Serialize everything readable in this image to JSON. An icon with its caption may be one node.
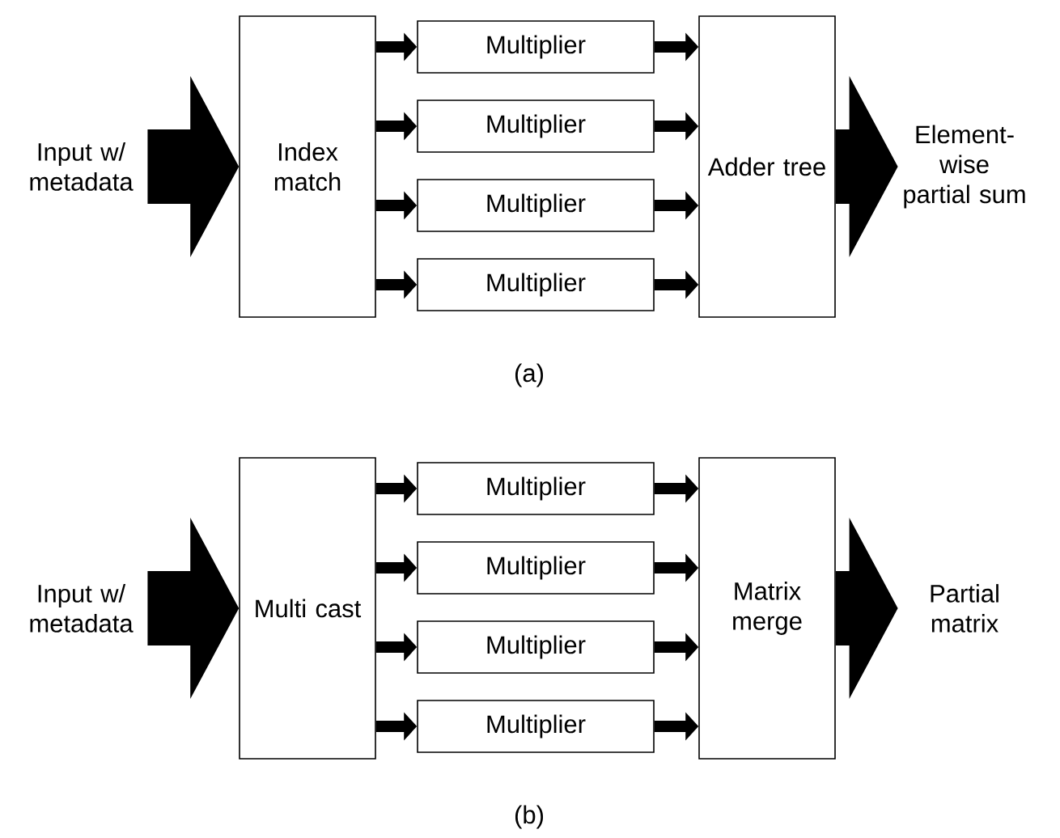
{
  "diagram": {
    "nodes": [
      {
        "text": [
          "Input w/ metadata"
        ]
      },
      {
        "text": [
          "Index match"
        ]
      },
      {
        "text": [
          "Multiplier"
        ]
      },
      {
        "text": [
          "Multiplier"
        ]
      },
      {
        "text": [
          "Multiplier"
        ]
      },
      {
        "text": [
          "Multiplier"
        ]
      },
      {
        "text": [
          "Adder tree"
        ]
      },
      {
        "text": [
          "Element-wise partial sum"
        ]
      },
      {
        "text": [
          "Input w/ metadata"
        ]
      },
      {
        "text": [
          "Multi cast"
        ]
      },
      {
        "text": [
          "Multiplier"
        ]
      },
      {
        "text": [
          "Multiplier"
        ]
      },
      {
        "text": [
          "Multiplier"
        ]
      },
      {
        "text": [
          "Multiplier"
        ]
      },
      {
        "text": [
          "Matrix merge"
        ]
      },
      {
        "text": [
          "Partial matrix"
        ]
      }
    ],
    "edges": [
      {
        "from": 0,
        "to": 1,
        "arrow": "to",
        "style": "thick"
      },
      {
        "from": 1,
        "to": 2,
        "arrow": "to"
      },
      {
        "from": 1,
        "to": 3,
        "arrow": "to"
      },
      {
        "from": 1,
        "to": 4,
        "arrow": "to"
      },
      {
        "from": 1,
        "to": 5,
        "arrow": "to"
      },
      {
        "from": 2,
        "to": 6,
        "arrow": "to"
      },
      {
        "from": 3,
        "to": 6,
        "arrow": "to"
      },
      {
        "from": 4,
        "to": 6,
        "arrow": "to"
      },
      {
        "from": 5,
        "to": 6,
        "arrow": "to"
      },
      {
        "from": 6,
        "to": 7,
        "arrow": "to",
        "style": "thick"
      },
      {
        "from": 8,
        "to": 9,
        "arrow": "to",
        "style": "thick"
      },
      {
        "from": 9,
        "to": 10,
        "arrow": "to"
      },
      {
        "from": 9,
        "to": 11,
        "arrow": "to"
      },
      {
        "from": 9,
        "to": 12,
        "arrow": "to"
      },
      {
        "from": 9,
        "to": 13,
        "arrow": "to"
      },
      {
        "from": 10,
        "to": 14,
        "arrow": "to"
      },
      {
        "from": 11,
        "to": 14,
        "arrow": "to"
      },
      {
        "from": 12,
        "to": 14,
        "arrow": "to"
      },
      {
        "from": 13,
        "to": 14,
        "arrow": "to"
      },
      {
        "from": 14,
        "to": 15,
        "arrow": "to",
        "style": "thick"
      }
    ],
    "labels": [
      "(a)",
      "(b)"
    ]
  }
}
